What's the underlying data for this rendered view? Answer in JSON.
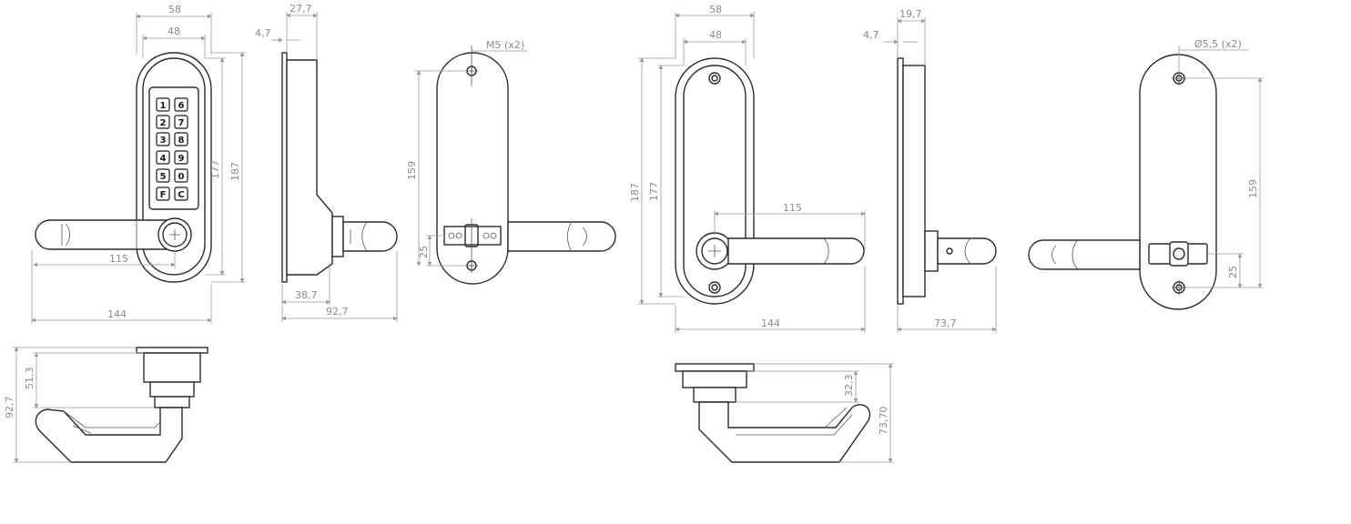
{
  "dimensions": {
    "v1_width_58": "58",
    "v1_width_48": "48",
    "v1_height_177": "177",
    "v1_height_187": "187",
    "v1_lever_115": "115",
    "v1_total_144": "144",
    "v2_depth_27_7": "27,7",
    "v2_plate_4_7": "4,7",
    "v2_38_7": "38,7",
    "v2_92_7": "92,7",
    "v3_screw": "M5 (x2)",
    "v3_height_159": "159",
    "v3_offset_25": "25",
    "v4_width_58": "58",
    "v4_width_48": "48",
    "v4_height_187": "187",
    "v4_height_177": "177",
    "v4_lever_115": "115",
    "v4_total_144": "144",
    "v5_depth_19_7": "19,7",
    "v5_plate_4_7": "4,7",
    "v5_73_7": "73,7",
    "v6_hole": "Ø5,5 (x2)",
    "v6_height_159": "159",
    "v6_offset_25": "25",
    "v7_51_3": "51,3",
    "v7_92_7": "92,7",
    "v8_32_3": "32,3",
    "v8_73_70": "73,70"
  },
  "keypad": {
    "left_column": [
      "1",
      "2",
      "3",
      "4",
      "5",
      "F"
    ],
    "right_column": [
      "6",
      "7",
      "8",
      "9",
      "0",
      "C"
    ]
  }
}
